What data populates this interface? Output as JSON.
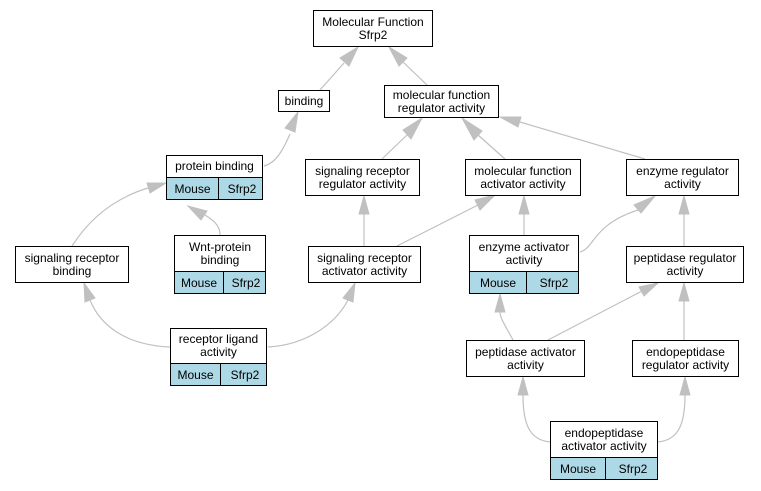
{
  "palette": {
    "edge": "#c0c0c0",
    "node_border": "#000000",
    "tag_fill": "#add8e6"
  },
  "nodes": [
    {
      "id": "mf",
      "label": "Molecular Function\nSfrp2"
    },
    {
      "id": "binding",
      "label": "binding"
    },
    {
      "id": "mfra",
      "label": "molecular function\nregulator activity"
    },
    {
      "id": "pb",
      "label": "protein binding",
      "tags": [
        "Mouse",
        "Sfrp2"
      ]
    },
    {
      "id": "srra",
      "label": "signaling receptor\nregulator activity"
    },
    {
      "id": "mfaa",
      "label": "molecular function\nactivator activity"
    },
    {
      "id": "era",
      "label": "enzyme regulator\nactivity"
    },
    {
      "id": "srb",
      "label": "signaling receptor\nbinding"
    },
    {
      "id": "wnt",
      "label": "Wnt-protein\nbinding",
      "tags": [
        "Mouse",
        "Sfrp2"
      ]
    },
    {
      "id": "sraa",
      "label": "signaling receptor\nactivator activity"
    },
    {
      "id": "eaa",
      "label": "enzyme activator\nactivity",
      "tags": [
        "Mouse",
        "Sfrp2"
      ]
    },
    {
      "id": "pra",
      "label": "peptidase regulator\nactivity"
    },
    {
      "id": "rla",
      "label": "receptor ligand\nactivity",
      "tags": [
        "Mouse",
        "Sfrp2"
      ]
    },
    {
      "id": "paa",
      "label": "peptidase activator\nactivity"
    },
    {
      "id": "epra",
      "label": "endopeptidase\nregulator activity"
    },
    {
      "id": "epaa",
      "label": "endopeptidase\nactivator activity",
      "tags": [
        "Mouse",
        "Sfrp2"
      ]
    }
  ],
  "edges": [
    [
      "binding",
      "mf"
    ],
    [
      "mfra",
      "mf"
    ],
    [
      "pb",
      "binding"
    ],
    [
      "srra",
      "mfra"
    ],
    [
      "mfaa",
      "mfra"
    ],
    [
      "era",
      "mfra"
    ],
    [
      "srb",
      "pb"
    ],
    [
      "wnt",
      "pb"
    ],
    [
      "sraa",
      "srra"
    ],
    [
      "sraa",
      "mfaa"
    ],
    [
      "eaa",
      "mfaa"
    ],
    [
      "eaa",
      "era"
    ],
    [
      "pra",
      "era"
    ],
    [
      "rla",
      "srb"
    ],
    [
      "rla",
      "sraa"
    ],
    [
      "paa",
      "eaa"
    ],
    [
      "paa",
      "pra"
    ],
    [
      "epra",
      "pra"
    ],
    [
      "epaa",
      "paa"
    ],
    [
      "epaa",
      "epra"
    ]
  ]
}
